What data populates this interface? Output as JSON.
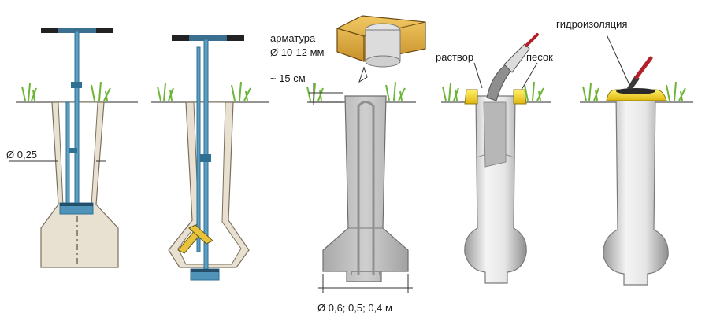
{
  "labels": {
    "hole_diameter": "Ø 0,25",
    "rebar_title": "арматура",
    "rebar_diameter": "Ø 10-12 мм",
    "protrusion": "~ 15 см",
    "base_diameters": "Ø 0,6; 0,5; 0,4 м",
    "mortar": "раствор",
    "sand": "песок",
    "waterproofing": "гидроизоляция"
  },
  "colors": {
    "soil": "#e3dccd",
    "soil_line": "#6b6450",
    "grass": "#7bbf3c",
    "tool_blue": "#5a9fc2",
    "tool_dark": "#2f6f92",
    "concrete": "#bdbdbd",
    "concrete_dark": "#8e8e8e",
    "formwork_wood": "#e8b64a",
    "sand_yellow": "#f2d21a",
    "pillar_light": "#f2f2f2",
    "pillar_shade": "#b8b8b8",
    "trowel_red": "#b3202a"
  },
  "icons": [
    "auger-tool-icon",
    "belling-tool-icon",
    "formwork-box-icon",
    "trowel-icon",
    "brush-icon",
    "grass-icon"
  ]
}
